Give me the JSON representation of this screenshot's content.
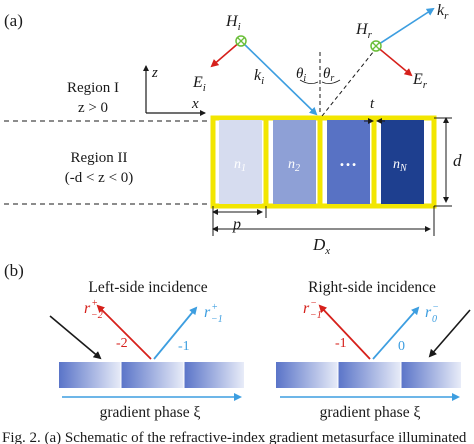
{
  "panel_a": {
    "label": "(a)",
    "region1_line1": "Region I",
    "region1_line2": "z > 0",
    "region2_line1": "Region II",
    "region2_line2": "(-d < z < 0)",
    "axis_z": "z",
    "axis_x": "x",
    "Ei": "E",
    "Ei_sub": "i",
    "Hi": "H",
    "Hi_sub": "i",
    "ki": "k",
    "ki_sub": "i",
    "theta_i": "θ",
    "theta_i_sub": "i",
    "theta_r": "θ",
    "theta_r_sub": "r",
    "Hr": "H",
    "Hr_sub": "r",
    "kr": "k",
    "kr_sub": "r",
    "Er": "E",
    "Er_sub": "r",
    "t": "t",
    "d": "d",
    "p": "p",
    "Dx": "D",
    "Dx_sub": "x",
    "cells": [
      {
        "label": "n",
        "sub": "1",
        "color": "#d6dcef"
      },
      {
        "label": "n",
        "sub": "2",
        "color": "#8ea0d6"
      },
      {
        "label": "…",
        "sub": "",
        "color": "#5872c4"
      },
      {
        "label": "n",
        "sub": "N",
        "color": "#1e3f8f"
      }
    ],
    "frame_color": "#f2e600"
  },
  "panel_b": {
    "label": "(b)",
    "left_title": "Left-side incidence",
    "left_r_red": "r",
    "left_r_red_sub": "−2",
    "left_r_red_sup": "+",
    "left_order_red": "-2",
    "left_r_blue": "r",
    "left_r_blue_sub": "−1",
    "left_r_blue_sup": "+",
    "left_order_blue": "-1",
    "left_caption": "gradient phase ξ",
    "right_title": "Right-side incidence",
    "right_r_red": "r",
    "right_r_red_sub": "−1",
    "right_r_red_sup": "−",
    "right_order_red": "-1",
    "right_r_blue": "r",
    "right_r_blue_sub": "0",
    "right_r_blue_sup": "−",
    "right_order_blue": "0",
    "right_caption": "gradient phase ξ"
  },
  "caption": "Fig. 2.   (a) Schematic of the refractive-index gradient metasurface illuminated",
  "colors": {
    "red": "#d6201b",
    "blue": "#3d9ee0",
    "green": "#6bbf3a",
    "dark": "#1a1a1a"
  }
}
